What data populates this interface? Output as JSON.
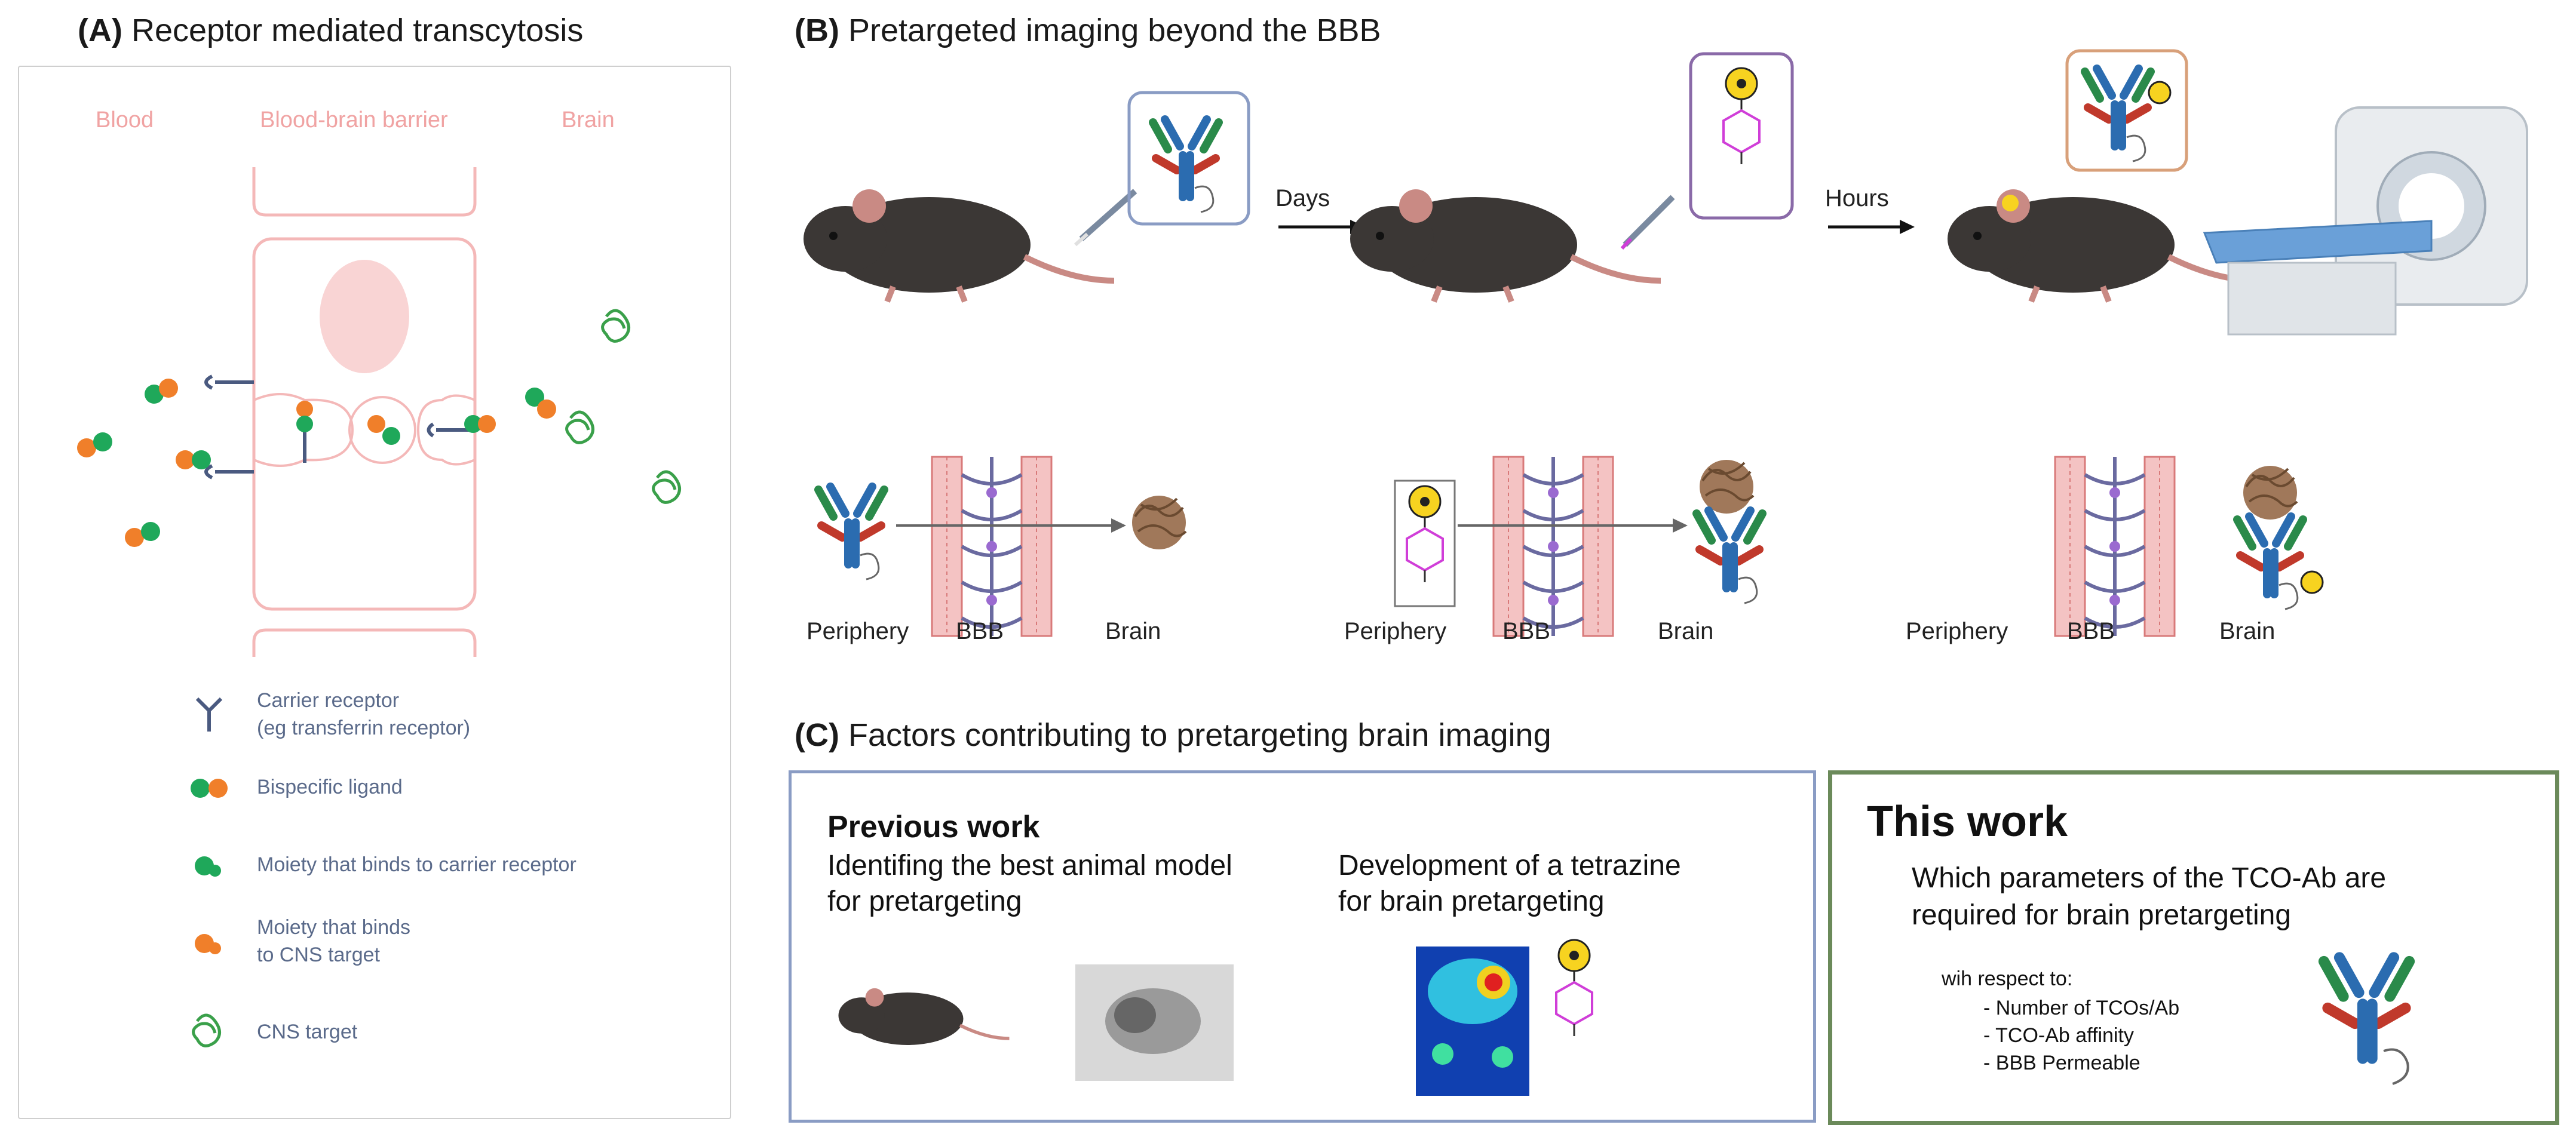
{
  "panelA": {
    "letter": "(A)",
    "title": "Receptor mediated transcytosis",
    "regions": {
      "blood": "Blood",
      "bbb": "Blood-brain barrier",
      "brain": "Brain"
    },
    "legend": [
      {
        "icon": "carrier-receptor-icon",
        "lines": [
          "Carrier receptor",
          "(eg transferrin receptor)"
        ]
      },
      {
        "icon": "bispecific-ligand-icon",
        "lines": [
          "Bispecific ligand"
        ]
      },
      {
        "icon": "green-moiety-icon",
        "lines": [
          "Moiety that binds to carrier receptor"
        ]
      },
      {
        "icon": "orange-moiety-icon",
        "lines": [
          "Moiety that binds",
          "to CNS target"
        ]
      },
      {
        "icon": "cns-target-icon",
        "lines": [
          "CNS target"
        ]
      }
    ],
    "colors": {
      "membrane": "#f4b8b8",
      "nucleus": "#f9d4d4",
      "green": "#1fa85a",
      "orange": "#f07f2a",
      "receptor": "#4a5a80",
      "cns": "#3aa04a"
    }
  },
  "panelB": {
    "letter": "(B)",
    "title": "Pretargeted imaging beyond the BBB",
    "arrow1": "Days",
    "arrow2": "Hours",
    "rows": [
      {
        "periphery": "Periphery",
        "bbb": "BBB",
        "brain": "Brain"
      },
      {
        "periphery": "Periphery",
        "bbb": "BBB",
        "brain": "Brain"
      },
      {
        "periphery": "Periphery",
        "bbb": "BBB",
        "brain": "Brain"
      }
    ]
  },
  "panelC": {
    "letter": "(C)",
    "title": "Factors contributing to pretargeting brain imaging",
    "previous": {
      "heading": "Previous work",
      "item1": [
        "Identifing the best animal model",
        "for pretargeting"
      ],
      "item2": [
        "Development of a tetrazine",
        "for brain pretargeting"
      ]
    },
    "thiswork": {
      "heading": "This work",
      "question": [
        "Which parameters of the TCO-Ab are",
        "required for brain pretargeting"
      ],
      "respect": "wih respect to:",
      "bullets": [
        "- Number of TCOs/Ab",
        "- TCO-Ab affinity",
        "- BBB Permeable"
      ]
    },
    "colors": {
      "previousBorder": "#8a9cc4",
      "thisBorder": "#6b8a5a"
    }
  }
}
